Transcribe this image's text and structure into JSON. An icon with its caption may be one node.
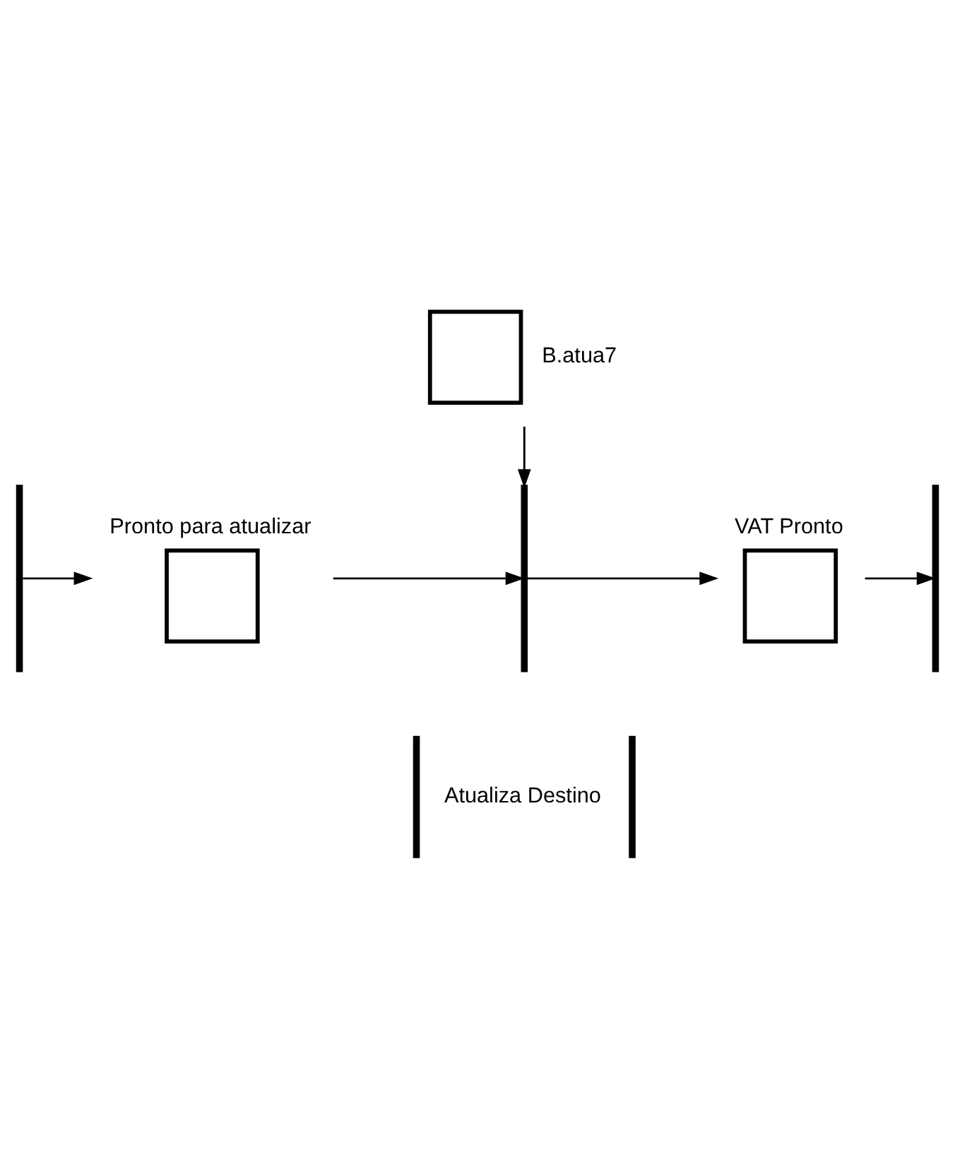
{
  "diagram": {
    "nodes": [
      {
        "text": [
          "Atualiza Destino"
        ]
      },
      {
        "text": [],
        "shape": "bar"
      },
      {
        "text": [
          "Pronto para atualizar"
        ]
      },
      {
        "text": [],
        "shape": "bar"
      },
      {
        "text": [
          "VAT Pronto"
        ]
      },
      {
        "text": [],
        "shape": "bar"
      },
      {
        "text": [
          "B.atua7"
        ]
      }
    ],
    "edges": [
      {
        "from": 1,
        "to": 2,
        "arrow": "to"
      },
      {
        "from": 2,
        "to": 3,
        "arrow": "to"
      },
      {
        "from": 3,
        "to": 4,
        "arrow": "to"
      },
      {
        "from": 4,
        "to": 5,
        "arrow": "to"
      },
      {
        "from": 6,
        "to": 3,
        "arrow": "to"
      }
    ]
  }
}
